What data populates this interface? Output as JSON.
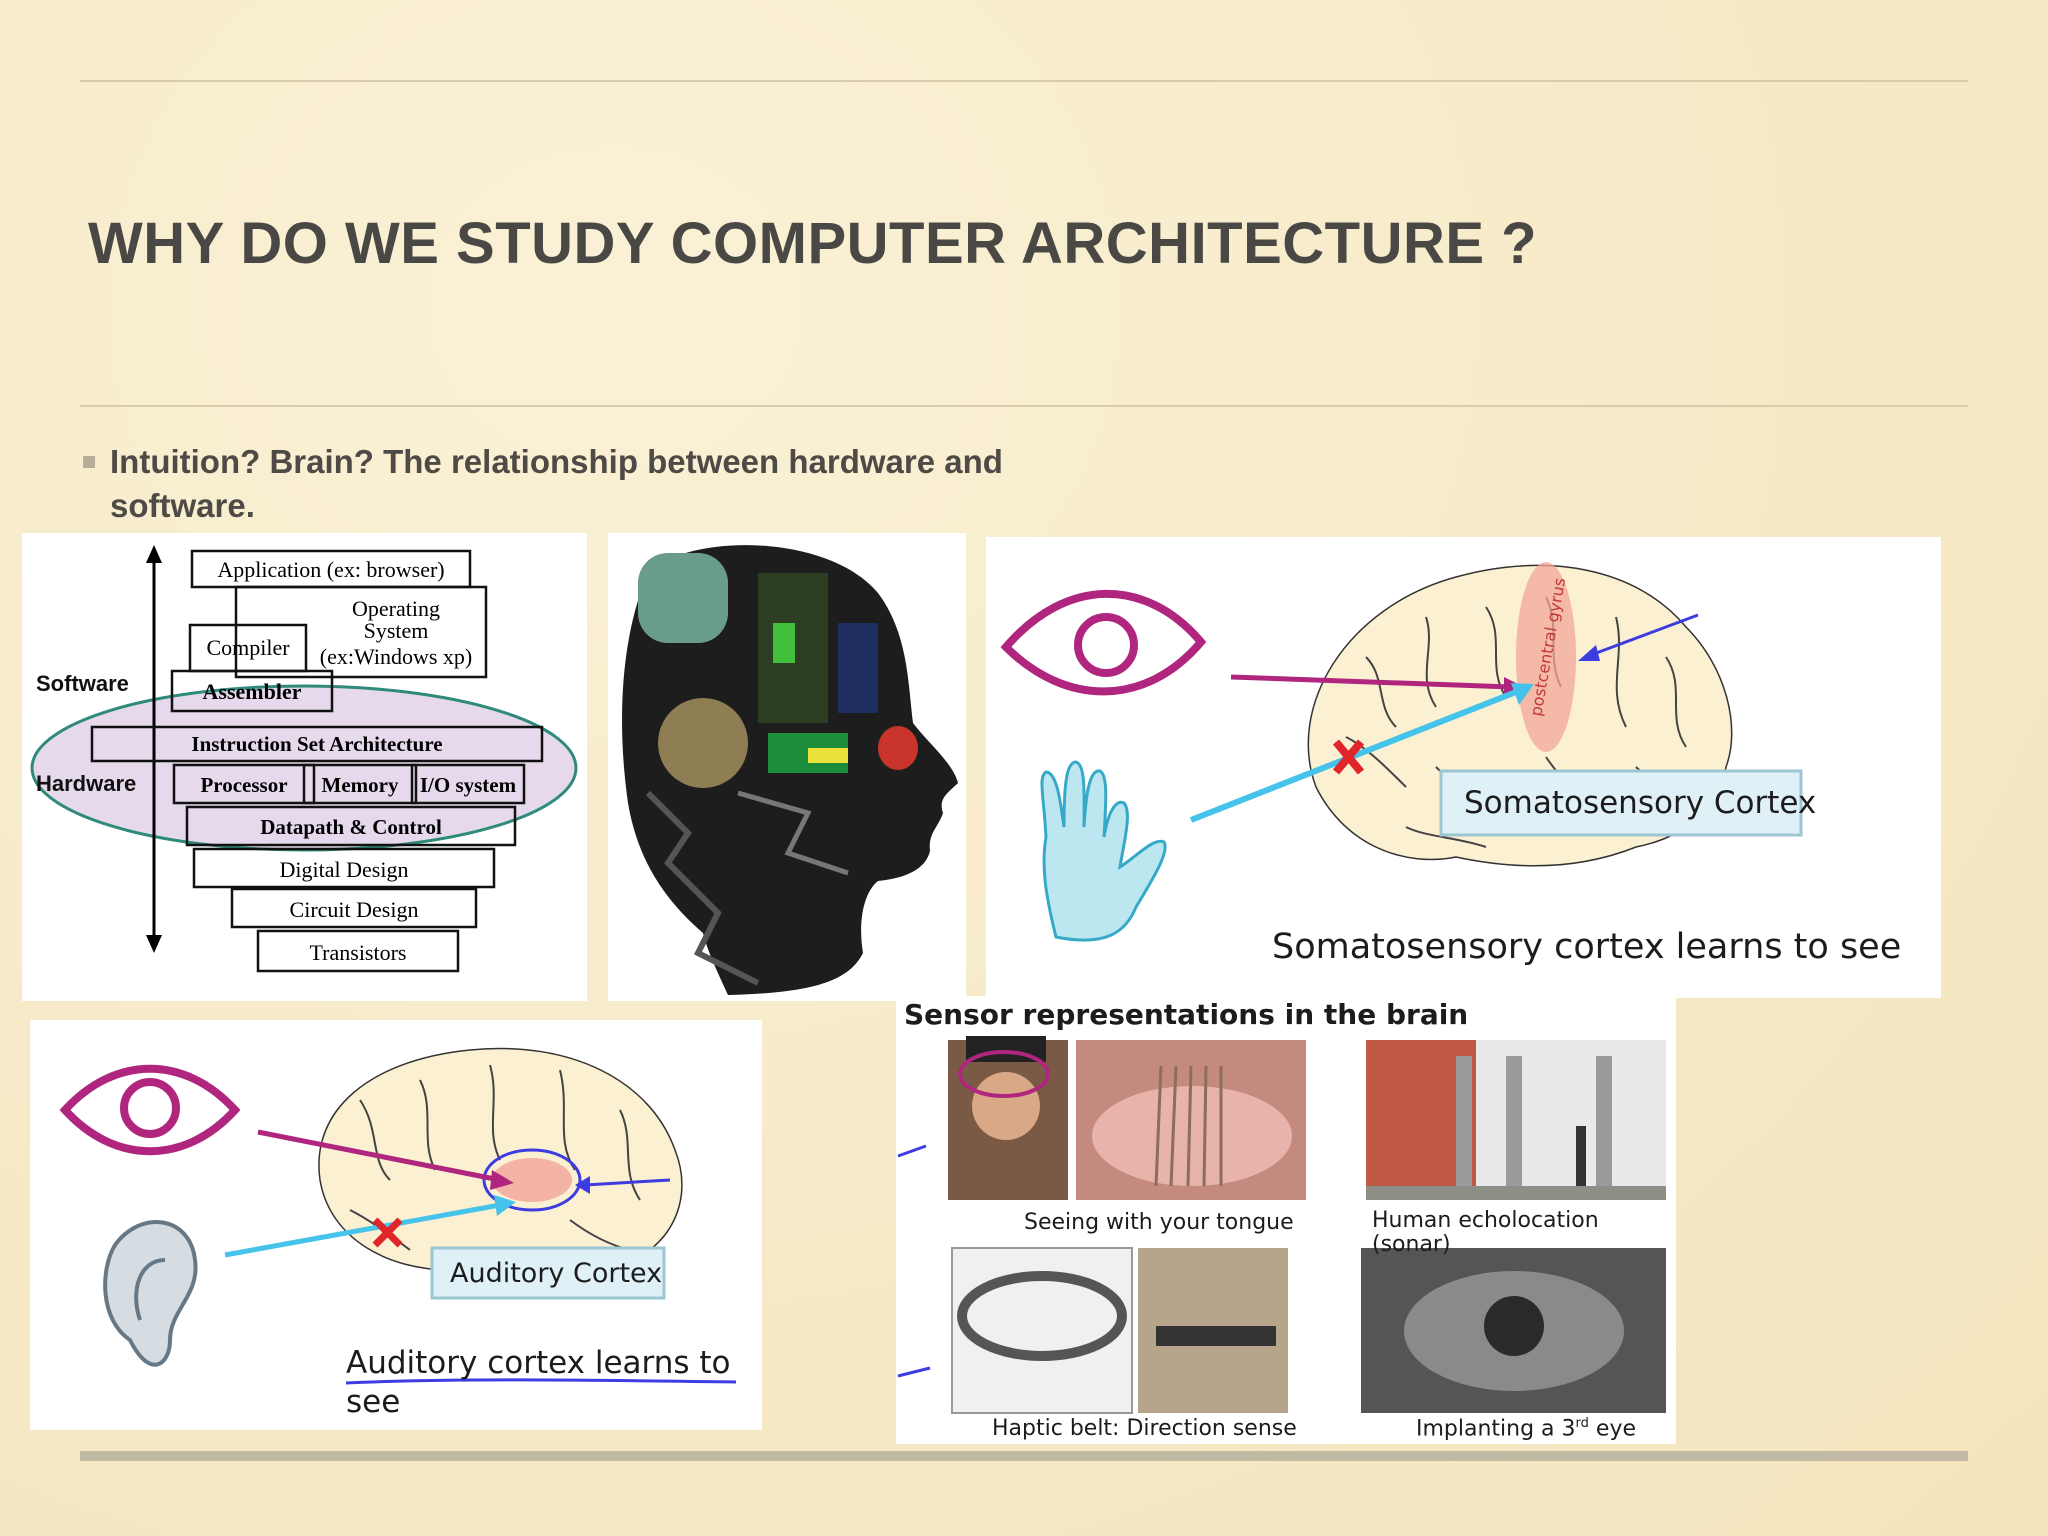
{
  "slide": {
    "title": "WHY DO WE STUDY COMPUTER ARCHITECTURE ?",
    "bullet": "Intuition?  Brain?  The relationship between hardware and software."
  },
  "stack_diagram": {
    "software_label": "Software",
    "hardware_label": "Hardware",
    "layers": {
      "application": "Application (ex: browser)",
      "os_line1": "Operating",
      "os_line2": "System",
      "os_line3": "(ex:Windows xp)",
      "compiler": "Compiler",
      "assembler": "Assembler",
      "isa": "Instruction Set Architecture",
      "processor": "Processor",
      "memory": "Memory",
      "io": "I/O system",
      "datapath": "Datapath & Control",
      "digital": "Digital Design",
      "circuit": "Circuit Design",
      "transistors": "Transistors"
    }
  },
  "somatosensory_panel": {
    "gyrus_label": "postcentral gyrus",
    "box_label": "Somatosensory Cortex",
    "caption": "Somatosensory cortex learns to see"
  },
  "auditory_panel": {
    "box_label": "Auditory Cortex",
    "caption_line1": "Auditory cortex learns to",
    "caption_line2": "see"
  },
  "sensor_panel": {
    "heading": "Sensor representations in the brain",
    "tongue_caption": "Seeing with your tongue",
    "echo_caption_line1": "Human echolocation",
    "echo_caption_line2": "(sonar)",
    "belt_caption": "Haptic belt: Direction sense",
    "eye_caption_pre": "Implanting a 3",
    "eye_caption_sup": "rd",
    "eye_caption_post": " eye"
  },
  "colors": {
    "background": "#f7eccb",
    "title_text": "#4a4845",
    "eye_magenta": "#b0267f",
    "arrow_cyan": "#45c3ea",
    "cross_red": "#e0262b",
    "ellipse_teal": "#2e8a7a",
    "ellipse_fill": "#e3d6ea"
  }
}
